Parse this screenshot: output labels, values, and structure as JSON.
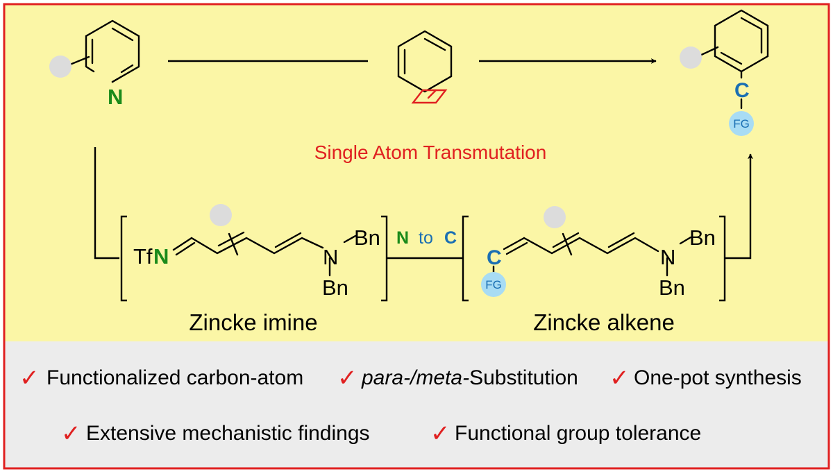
{
  "colors": {
    "border": "#e02020",
    "top_bg": "#fbf6a6",
    "bottom_bg": "#ececec",
    "nitrogen": "#1a8a1a",
    "carbon": "#1a6fb3",
    "fg_circle": "#a8dcf4",
    "substituent": "#dcdcdc",
    "aryne": "#e02020",
    "tick": "#e02020"
  },
  "scheme": {
    "pyridine_N": "N",
    "product_C": "C",
    "product_FG": "FG",
    "title": "Single Atom Transmutation"
  },
  "zincke_imine": {
    "tf": "Tf",
    "n": "N",
    "amine_N": "N",
    "bn_right": "Bn",
    "bn_bottom": "Bn",
    "caption": "Zincke imine"
  },
  "conversion": {
    "from": "N",
    "word": "to",
    "to": "C"
  },
  "zincke_alkene": {
    "c": "C",
    "fg": "FG",
    "amine_N": "N",
    "bn_right": "Bn",
    "bn_bottom": "Bn",
    "caption": "Zincke alkene"
  },
  "features": {
    "tick": "✓",
    "item1": "Functionalized carbon-atom",
    "item2_italic": "para-/meta-",
    "item2_rest": "Substitution",
    "item3": "One-pot synthesis",
    "item4": "Extensive mechanistic findings",
    "item5": "Functional group tolerance"
  }
}
